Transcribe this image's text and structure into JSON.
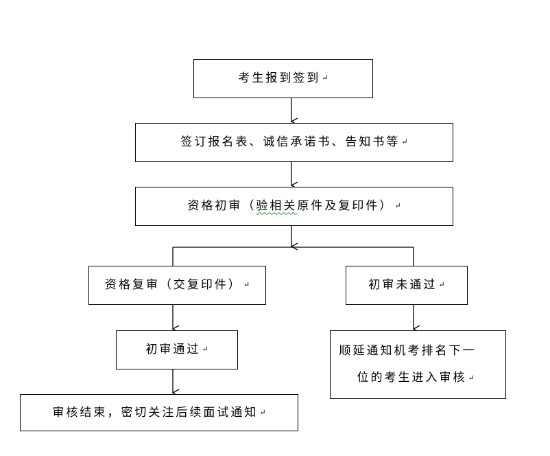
{
  "return_mark": "↵",
  "nodes": {
    "n1": "考生报到签到",
    "n2": "签订报名表、诚信承诺书、告知书等",
    "n3_pre": "资格初审（",
    "n3_wavy": "验相关",
    "n3_post": "原件及复印件）",
    "n4": "资格复审（交复印件）",
    "n5": "初审未通过",
    "n6": "初审通过",
    "n7_line1": "顺延通知机考排名下一",
    "n7_line2": "位的考生进入审核",
    "n8": "审核结束，密切关注后续面试通知"
  },
  "colors": {
    "line": "#000000",
    "wavy_underline": "#2e8b2e"
  }
}
